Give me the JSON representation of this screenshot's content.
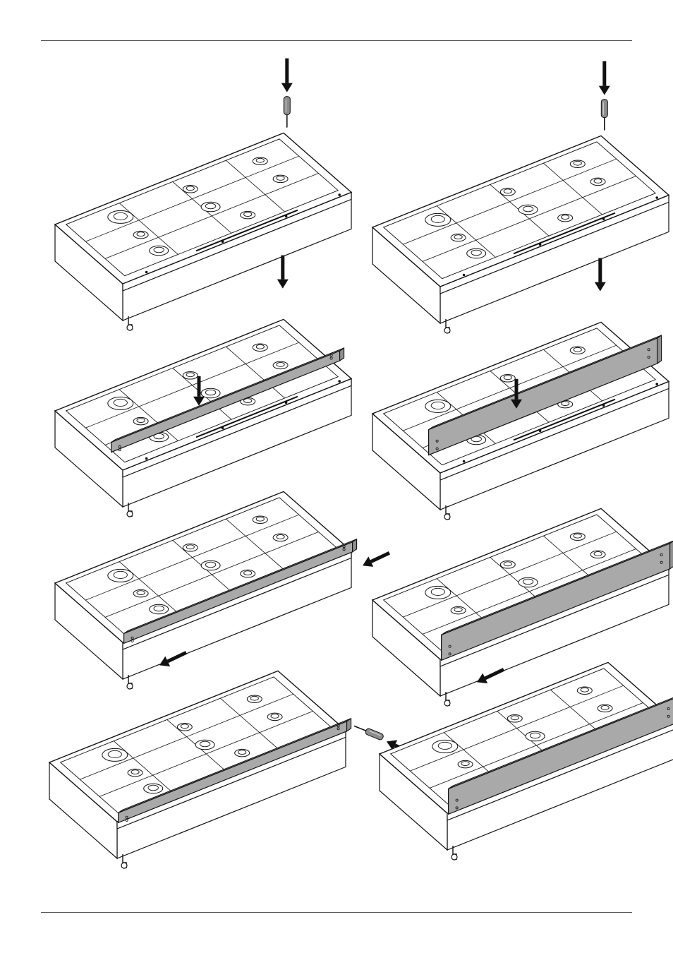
{
  "page": {
    "background": "#ffffff",
    "rule_color": "#555555"
  },
  "illustration": {
    "outline_color": "#111111",
    "surface_color": "#ffffff",
    "trim_color": "#a9a9a9",
    "arrow_color": "#111111",
    "screwdriver_color": "#8c8c8c",
    "steps": [
      {
        "id": "left-1",
        "variant": "low-trim",
        "stage": "unscrew"
      },
      {
        "id": "right-1",
        "variant": "tall-backguard",
        "stage": "unscrew"
      },
      {
        "id": "left-2",
        "variant": "low-trim",
        "stage": "place"
      },
      {
        "id": "right-2",
        "variant": "tall-backguard",
        "stage": "place"
      },
      {
        "id": "left-3",
        "variant": "low-trim",
        "stage": "slide"
      },
      {
        "id": "right-3",
        "variant": "tall-backguard",
        "stage": "slide"
      },
      {
        "id": "left-4",
        "variant": "low-trim",
        "stage": "screw"
      },
      {
        "id": "right-4",
        "variant": "tall-backguard",
        "stage": "screw"
      }
    ]
  }
}
